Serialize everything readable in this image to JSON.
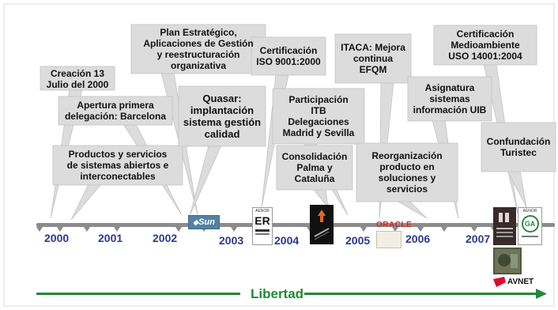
{
  "events": [
    {
      "id": "e1",
      "lines": [
        "Creación 13",
        "Julio del 2000"
      ]
    },
    {
      "id": "e2",
      "lines": [
        "Apertura primera",
        "delegación: Barcelona"
      ]
    },
    {
      "id": "e3",
      "lines": [
        "Productos y  servicios",
        "de sistemas abiertos e",
        "interconectables"
      ]
    },
    {
      "id": "e4",
      "lines": [
        "Plan Estratégico,",
        "Aplicaciones de Gestión",
        "y reestructuración",
        "organizativa"
      ]
    },
    {
      "id": "e5",
      "lines": [
        "Quasar:",
        "implantación",
        "sistema gestión",
        "calidad"
      ]
    },
    {
      "id": "e6",
      "lines": [
        "Certificación",
        "ISO 9001:2000"
      ]
    },
    {
      "id": "e7",
      "lines": [
        "Participación",
        "ITB",
        "Delegaciones",
        "Madrid y Sevilla"
      ]
    },
    {
      "id": "e8",
      "lines": [
        "Consolidación",
        "Palma y",
        "Cataluña"
      ]
    },
    {
      "id": "e9",
      "lines": [
        "ITACA: Mejora",
        "continua",
        "EFQM"
      ]
    },
    {
      "id": "e10",
      "lines": [
        "Reorganización",
        "producto en",
        "soluciones y",
        "servicios"
      ]
    },
    {
      "id": "e11",
      "lines": [
        "Asignatura",
        "sistemas",
        "información UIB"
      ]
    },
    {
      "id": "e12",
      "lines": [
        "Certificación",
        "Medioambiente",
        "USO 14001:2004"
      ]
    },
    {
      "id": "e13",
      "lines": [
        "Confundación",
        "Turistec"
      ]
    }
  ],
  "years": [
    "2000",
    "2001",
    "2002",
    "2003",
    "2004",
    "2005",
    "2006",
    "2007"
  ],
  "footer": {
    "label": "Libertad"
  },
  "logos": {
    "sun": "Sun",
    "aenor_er": "ER",
    "aenor_er_top": "AENOR",
    "oracle": "ORACLE",
    "avnet": "AVNET",
    "aenor_ga": "GA",
    "aenor_ga_top": "AENOR"
  },
  "colors": {
    "timeline": "#8c8c8c",
    "callout": "#dcdcdc",
    "years": "#2b3a8f",
    "arrow": "#1f8a34",
    "oracle": "#cc2b1d",
    "avnet": "#d8102a"
  }
}
